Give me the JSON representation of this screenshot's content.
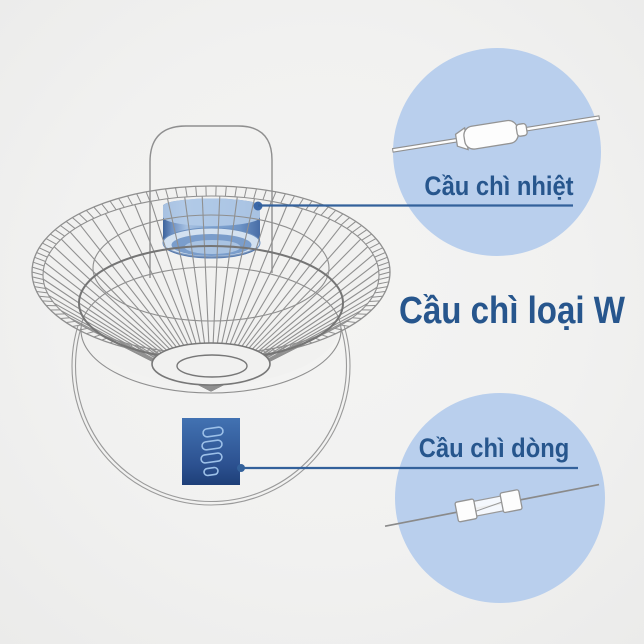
{
  "main_label": "Cầu chì loại W",
  "callouts": {
    "thermal": {
      "label": "Cầu chì nhiệt"
    },
    "current": {
      "label": "Cầu chì dòng"
    }
  },
  "icons": {
    "thermal_fuse": "thermal-fuse-drawing",
    "current_fuse": "glass-tube-fuse-drawing",
    "heater": "fan-heater-wireframe"
  },
  "colors": {
    "background": "#f1f1f0",
    "bubble_fill": "#b9cfed",
    "label_text": "#27568d",
    "leader_line": "#33619b",
    "wireframe": "#8f8f8f",
    "component_blue_light": "#a6c0e1",
    "component_blue_dark": "#27497f"
  }
}
